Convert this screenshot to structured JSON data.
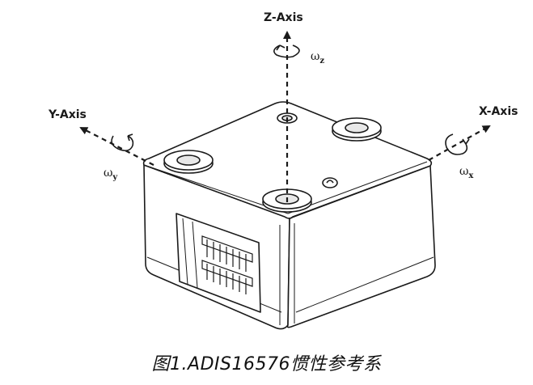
{
  "axes": {
    "z": {
      "label": "Z-Axis",
      "omega": "ω",
      "omega_sub": "z"
    },
    "y": {
      "label": "Y-Axis",
      "omega": "ω",
      "omega_sub": "y"
    },
    "x": {
      "label": "X-Axis",
      "omega": "ω",
      "omega_sub": "x"
    }
  },
  "caption": "图1.ADIS16576惯性参考系",
  "colors": {
    "ink": "#1a1a1a",
    "body_fill": "#ffffff"
  }
}
